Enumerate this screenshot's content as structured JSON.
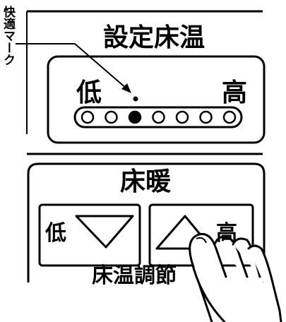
{
  "comfort_mark_label": "快適マーク",
  "floor_temp_panel": {
    "title": "設定床温",
    "low_label": "低",
    "high_label": "高",
    "indicator_count": 7,
    "active_index": 2
  },
  "floor_heater_panel": {
    "title": "床暖",
    "low_button_label": "低",
    "high_button_label": "高",
    "adjust_label": "床温調節"
  }
}
